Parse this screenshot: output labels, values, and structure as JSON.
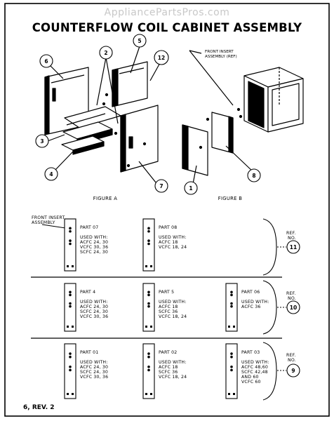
{
  "watermark": "AppliancePartsPros.com",
  "title": "COUNTERFLOW COIL CABINET ASSEMBLY",
  "figure_a": {
    "caption": "FIGURE A",
    "callouts": [
      "6",
      "2",
      "5",
      "12",
      "3",
      "4",
      "7"
    ]
  },
  "figure_b": {
    "caption": "FIGURE B",
    "insert_label_1": "FRONT INSERT",
    "insert_label_2": "ASSEMBLY (REF)",
    "callouts": [
      "1",
      "8"
    ]
  },
  "insert_section": {
    "label_1": "FRONT INSERT",
    "label_2": "ASSEMBLY"
  },
  "ref_no": {
    "line1": "REF.",
    "line2": "NO."
  },
  "rows": [
    {
      "ref_callout": "11",
      "parts": [
        {
          "part": "PART 07",
          "used_with": "USED WITH:",
          "lines": [
            "ACFC 24, 30",
            "VCFC 30, 36",
            "SCFC 24, 30"
          ]
        },
        {
          "part": "PART 08",
          "used_with": "USED WITH:",
          "lines": [
            "ACFC 18",
            "VCFC 18, 24"
          ]
        }
      ]
    },
    {
      "ref_callout": "10",
      "parts": [
        {
          "part": "PART 4",
          "used_with": "USED WITH:",
          "lines": [
            "ACFC 24, 30",
            "SCFC 24, 30",
            "VCFC 30, 36"
          ]
        },
        {
          "part": "PART 5",
          "used_with": "USED WITH:",
          "lines": [
            "ACFC 18",
            "SCFC 36",
            "VCFC 18, 24"
          ]
        },
        {
          "part": "PART 06",
          "used_with": "USED WITH:",
          "lines": [
            "ACFC 36"
          ]
        }
      ]
    },
    {
      "ref_callout": "9",
      "parts": [
        {
          "part": "PART 01",
          "used_with": "USED WITH:",
          "lines": [
            "ACFC 24, 30",
            "SCFC 24, 30",
            "VCFC 30, 36"
          ]
        },
        {
          "part": "PART 02",
          "used_with": "USED WITH:",
          "lines": [
            "ACFC 18",
            "SCFC 36",
            "VCFC 18, 24"
          ]
        },
        {
          "part": "PART 03",
          "used_with": "USED WITH:",
          "lines": [
            "ACFC 48,60",
            "SCFC 42,48",
            "AND 60",
            "VCFC 60"
          ]
        }
      ]
    }
  ],
  "footer": "6, REV. 2"
}
